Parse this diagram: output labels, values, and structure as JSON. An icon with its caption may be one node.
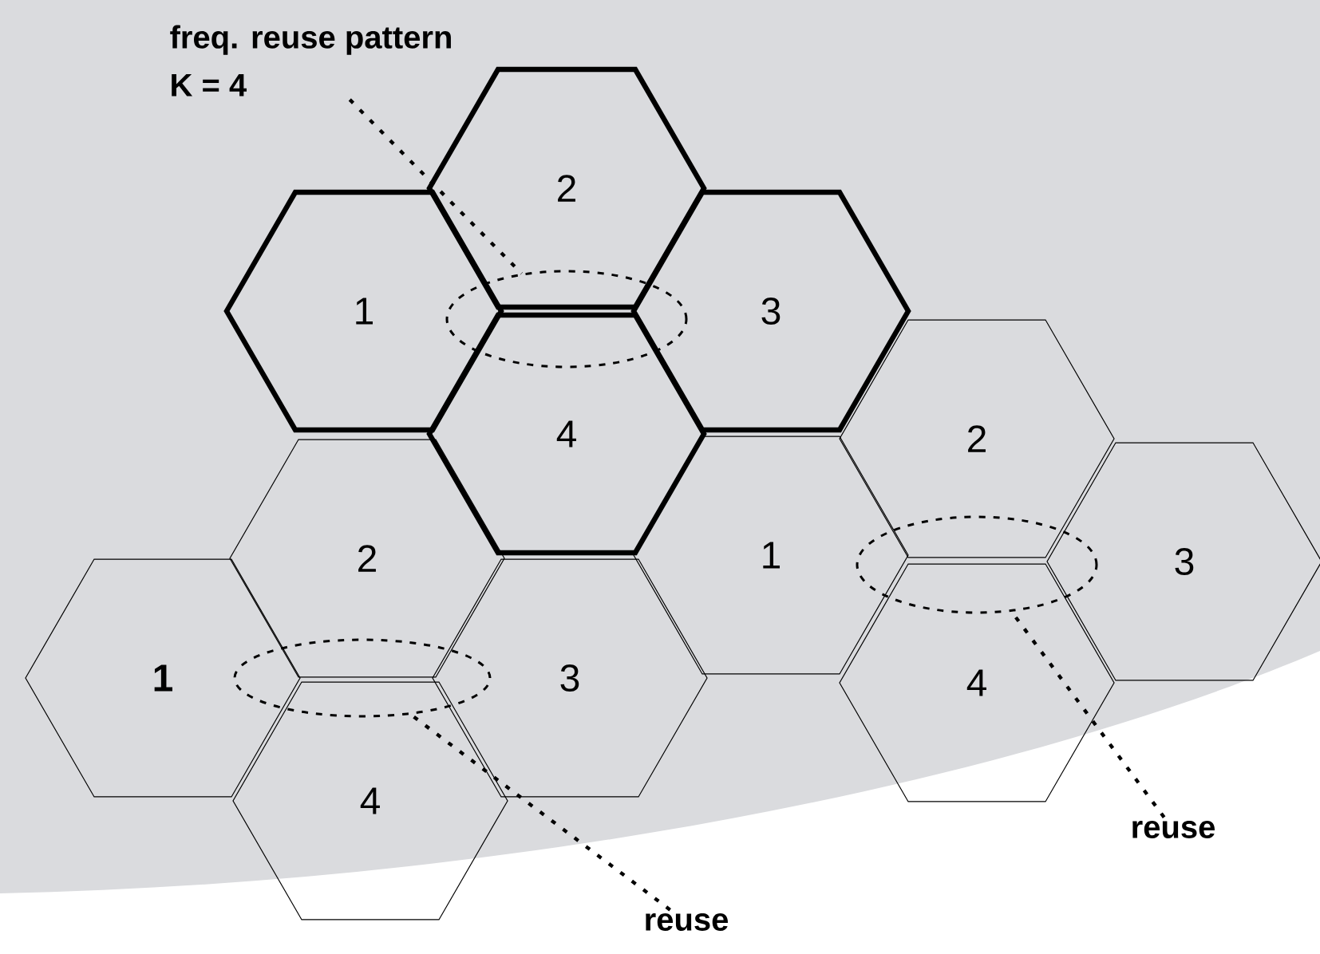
{
  "diagram": {
    "nodes": [
      {
        "text": [
          "1"
        ]
      },
      {
        "text": [
          "2"
        ]
      },
      {
        "text": [
          "3"
        ]
      },
      {
        "text": [
          "4"
        ]
      },
      {
        "text": [
          "1"
        ]
      },
      {
        "text": [
          "2"
        ]
      },
      {
        "text": [
          "3"
        ]
      },
      {
        "text": [
          "4"
        ]
      },
      {
        "text": [
          "1"
        ]
      },
      {
        "text": [
          "2"
        ]
      },
      {
        "text": [
          "3"
        ]
      },
      {
        "text": [
          "4"
        ]
      },
      {
        "text": [
          "freq. reuse pattern",
          "K = 4"
        ]
      },
      {
        "text": [
          "reuse"
        ]
      },
      {
        "text": [
          "reuse"
        ]
      },
      {
        "text": [],
        "shape": "ellipse"
      },
      {
        "text": [],
        "shape": "ellipse"
      },
      {
        "text": [],
        "shape": "ellipse"
      }
    ],
    "edges": [
      {
        "from": 12,
        "to": 15,
        "arrow": "none",
        "style": "dashed"
      },
      {
        "from": 13,
        "to": 16,
        "arrow": "none",
        "style": "dashed"
      },
      {
        "from": 14,
        "to": 17,
        "arrow": "none",
        "style": "dashed"
      }
    ]
  }
}
